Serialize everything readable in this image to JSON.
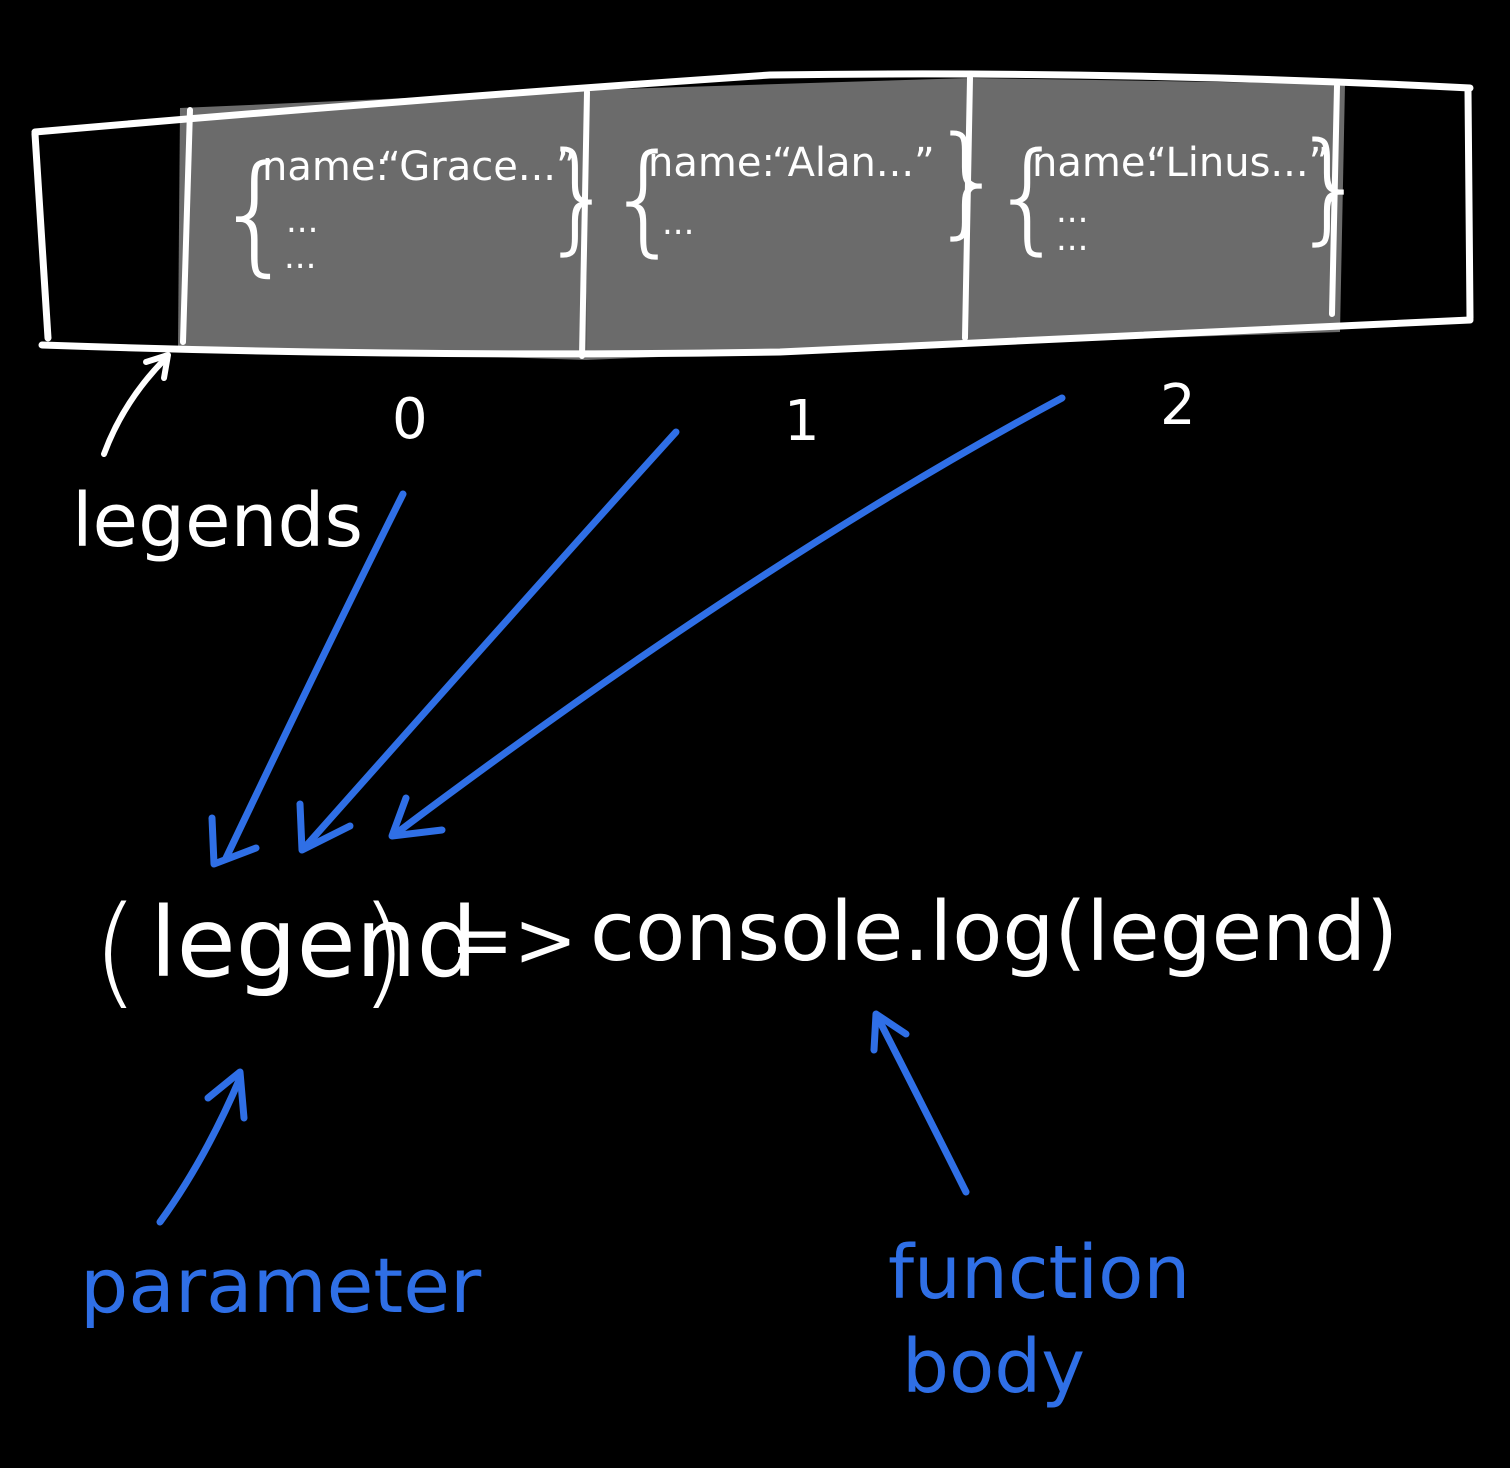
{
  "colors": {
    "background": "#000000",
    "stroke": "#ffffff",
    "cell_fill": "#6b6b6b",
    "accent": "#2f6fe6"
  },
  "array": {
    "label": "legends",
    "cells": [
      {
        "index": "0",
        "line1_open": "{",
        "key": "name:",
        "value": "“Grace...”",
        "close": "}",
        "more": [
          "...",
          "..."
        ]
      },
      {
        "index": "1",
        "line1_open": "{",
        "key": "name:",
        "value": "“Alan...”",
        "close": "}",
        "more": [
          "..."
        ]
      },
      {
        "index": "2",
        "line1_open": "{",
        "key": "name:",
        "value": "“Linus...”",
        "close": "}",
        "more": [
          "...",
          "..."
        ]
      }
    ]
  },
  "code": {
    "open_paren": "(",
    "param": "legend",
    "close_paren": ")",
    "arrow": "=>",
    "body": "console.log(legend)"
  },
  "annotations": {
    "parameter": "parameter",
    "function_body_line1": "function",
    "function_body_line2": "body"
  }
}
